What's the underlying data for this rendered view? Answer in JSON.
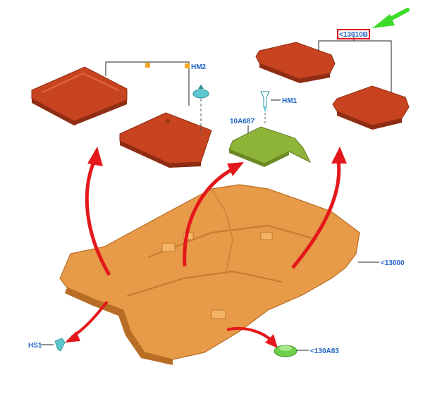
{
  "callouts": {
    "front_mats_marker": "",
    "hm2": "HM2",
    "hm1": "HM1",
    "insulator": "10A687",
    "rear_mats": "<13010B",
    "carpet": "<13000",
    "hs1": "HS1",
    "grommet": "<130A83"
  },
  "colors": {
    "mat": "#c8431f",
    "mat_dark": "#8f2d14",
    "carpet": "#e79a47",
    "carpet_dark": "#b86d24",
    "insulator": "#8fb43a",
    "clip": "#5cc7cf",
    "arrow_red": "#e4181b",
    "arrow_green": "#3ddc2a",
    "label_blue": "#1f63c6",
    "marker_orange": "#f5a623",
    "highlight_box": "#e0141c"
  }
}
